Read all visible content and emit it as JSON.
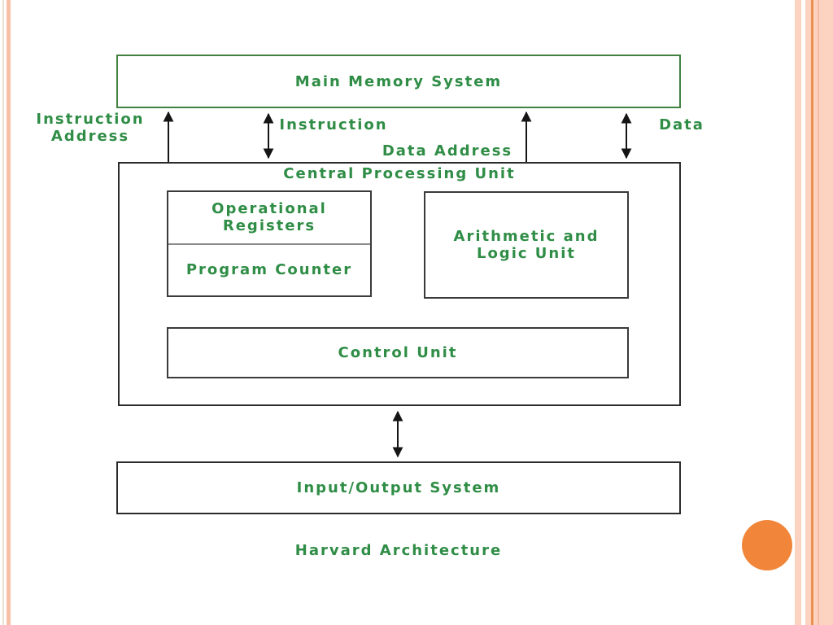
{
  "colors": {
    "background": "#ffffff",
    "text_green": "#2f8d46",
    "border_green": "#41803f",
    "box_border": "#2b2b2b",
    "divider": "#8a8a8a",
    "arrow": "#151515",
    "left_line_1": "#ebdfd3",
    "left_line_2": "#f8c0a6",
    "right_band": "#fbd3c0",
    "right_line": "#e9914f",
    "right_faint": "#f6bda4",
    "circle": "#f1863a"
  },
  "diagram": {
    "caption": "Harvard Architecture",
    "memory": {
      "label": "Main Memory System"
    },
    "cpu": {
      "label": "Central Processing Unit",
      "registers": {
        "top_lines": [
          "Operational",
          "Registers"
        ],
        "bottom": "Program Counter"
      },
      "alu_lines": [
        "Arithmetic and",
        "Logic Unit"
      ],
      "control": "Control Unit"
    },
    "io": {
      "label": "Input/Output System"
    },
    "buses": [
      {
        "id": "instruction-address",
        "label_lines": [
          "Instruction",
          "Address"
        ],
        "direction": "cpu-to-memory"
      },
      {
        "id": "instruction",
        "label": "Instruction",
        "direction": "bidirectional"
      },
      {
        "id": "data-address",
        "label": "Data Address",
        "direction": "cpu-to-memory"
      },
      {
        "id": "data",
        "label": "Data",
        "direction": "bidirectional"
      },
      {
        "id": "cpu-io",
        "label": "",
        "direction": "bidirectional"
      }
    ]
  }
}
